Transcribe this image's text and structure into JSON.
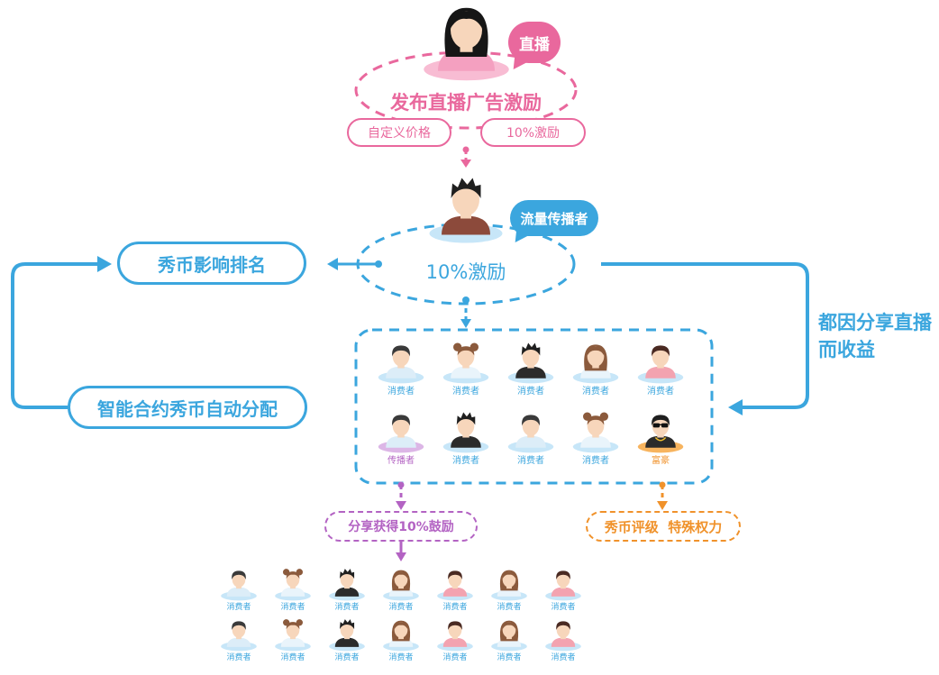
{
  "colors": {
    "pink": "#e9689d",
    "blue": "#3ba6de",
    "purple": "#b363c3",
    "orange": "#f0922b",
    "disk_consumer": "#c7e6f8",
    "disk_spreader": "#dcb6e6",
    "disk_rich": "#f7b45f",
    "disk_host": "#f8bcd3"
  },
  "top": {
    "avatar": "woman-long-black",
    "bubble": "直播",
    "title": "发布直播广告激励",
    "pills": [
      "自定义价格",
      "10%激励"
    ]
  },
  "spreader": {
    "avatar": "man-spiky-brown-shirt",
    "bubble": "流量传播者",
    "title": "10%激励"
  },
  "left": {
    "ranking": "秀币影响排名",
    "contract": "智能合约秀币自动分配"
  },
  "right": {
    "line1": "都因分享直播",
    "line2": "而收益"
  },
  "group": [
    {
      "label": "消费者",
      "avatar": "short-hair",
      "role": "consumer"
    },
    {
      "label": "消费者",
      "avatar": "buns",
      "role": "consumer"
    },
    {
      "label": "消费者",
      "avatar": "spiky",
      "role": "consumer"
    },
    {
      "label": "消费者",
      "avatar": "long-hair",
      "role": "consumer"
    },
    {
      "label": "消费者",
      "avatar": "short-red",
      "role": "consumer"
    },
    {
      "label": "传播者",
      "avatar": "short-hair",
      "role": "spreader"
    },
    {
      "label": "消费者",
      "avatar": "spiky",
      "role": "consumer"
    },
    {
      "label": "消费者",
      "avatar": "short-hair",
      "role": "consumer"
    },
    {
      "label": "消费者",
      "avatar": "buns",
      "role": "consumer"
    },
    {
      "label": "富豪",
      "avatar": "sunglasses",
      "role": "rich"
    }
  ],
  "share_reward": "分享获得10%鼓励",
  "rich_rating": "秀币评级  特殊权力",
  "downstream": [
    {
      "label": "消费者",
      "avatar": "short-hair",
      "role": "consumer"
    },
    {
      "label": "消费者",
      "avatar": "buns",
      "role": "consumer"
    },
    {
      "label": "消费者",
      "avatar": "spiky",
      "role": "consumer"
    },
    {
      "label": "消费者",
      "avatar": "long-hair",
      "role": "consumer"
    },
    {
      "label": "消费者",
      "avatar": "short-red",
      "role": "consumer"
    },
    {
      "label": "消费者",
      "avatar": "long-hair",
      "role": "consumer"
    },
    {
      "label": "消费者",
      "avatar": "short-red",
      "role": "consumer"
    },
    {
      "label": "消费者",
      "avatar": "short-hair",
      "role": "consumer"
    },
    {
      "label": "消费者",
      "avatar": "buns",
      "role": "consumer"
    },
    {
      "label": "消费者",
      "avatar": "spiky",
      "role": "consumer"
    },
    {
      "label": "消费者",
      "avatar": "long-hair",
      "role": "consumer"
    },
    {
      "label": "消费者",
      "avatar": "short-red",
      "role": "consumer"
    },
    {
      "label": "消费者",
      "avatar": "long-hair",
      "role": "consumer"
    },
    {
      "label": "消费者",
      "avatar": "short-red",
      "role": "consumer"
    }
  ]
}
